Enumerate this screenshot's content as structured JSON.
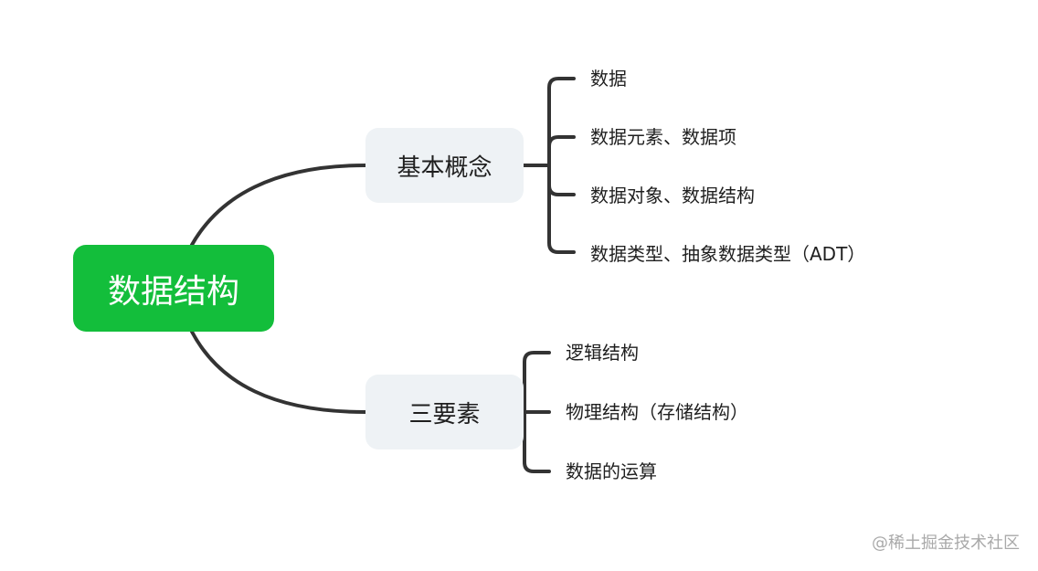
{
  "mindmap": {
    "root": {
      "label": "数据结构"
    },
    "branches": [
      {
        "label": "基本概念",
        "children": [
          {
            "label": "数据"
          },
          {
            "label": "数据元素、数据项"
          },
          {
            "label": "数据对象、数据结构"
          },
          {
            "label": "数据类型、抽象数据类型（ADT）"
          }
        ]
      },
      {
        "label": "三要素",
        "children": [
          {
            "label": "逻辑结构"
          },
          {
            "label": "物理结构（存储结构）"
          },
          {
            "label": "数据的运算"
          }
        ]
      }
    ]
  },
  "watermark": "@稀土掘金技术社区",
  "colors": {
    "root_fill": "#13be3b",
    "root_text": "#ffffff",
    "branch_fill": "#eef2f5",
    "line": "#333333",
    "text": "#1f1f1f",
    "watermark": "#a9a9a9"
  }
}
